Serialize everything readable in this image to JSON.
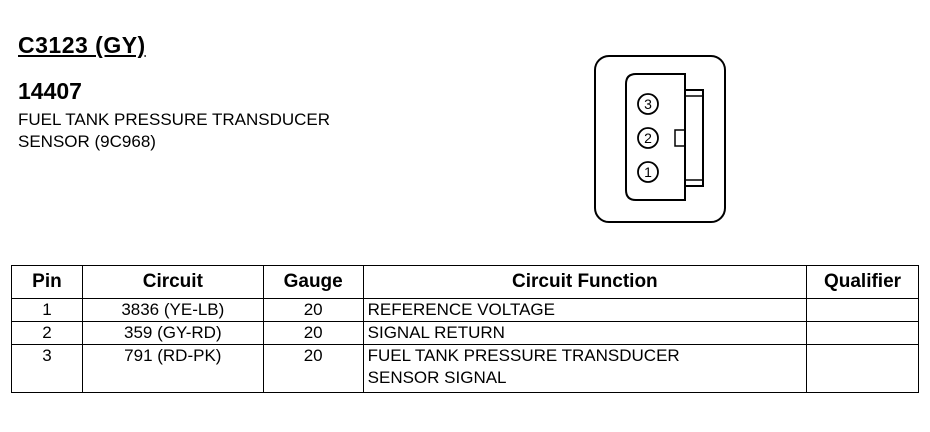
{
  "connector": {
    "id": "C3123 (GY)",
    "part_number": "14407"
  },
  "component": {
    "line1": "FUEL TANK PRESSURE TRANSDUCER",
    "line2": "SENSOR (9C968)"
  },
  "diagram": {
    "pins": [
      "3",
      "2",
      "1"
    ]
  },
  "table": {
    "headers": {
      "pin": "Pin",
      "circuit": "Circuit",
      "gauge": "Gauge",
      "function": "Circuit Function",
      "qualifier": "Qualifier"
    },
    "rows": [
      {
        "pin": "1",
        "circuit": "3836 (YE-LB)",
        "gauge": "20",
        "function_line1": "REFERENCE VOLTAGE",
        "function_line2": "",
        "qualifier": ""
      },
      {
        "pin": "2",
        "circuit": "359 (GY-RD)",
        "gauge": "20",
        "function_line1": "SIGNAL RETURN",
        "function_line2": "",
        "qualifier": ""
      },
      {
        "pin": "3",
        "circuit": "791 (RD-PK)",
        "gauge": "20",
        "function_line1": "FUEL TANK PRESSURE TRANSDUCER",
        "function_line2": "SENSOR SIGNAL",
        "qualifier": ""
      }
    ]
  }
}
